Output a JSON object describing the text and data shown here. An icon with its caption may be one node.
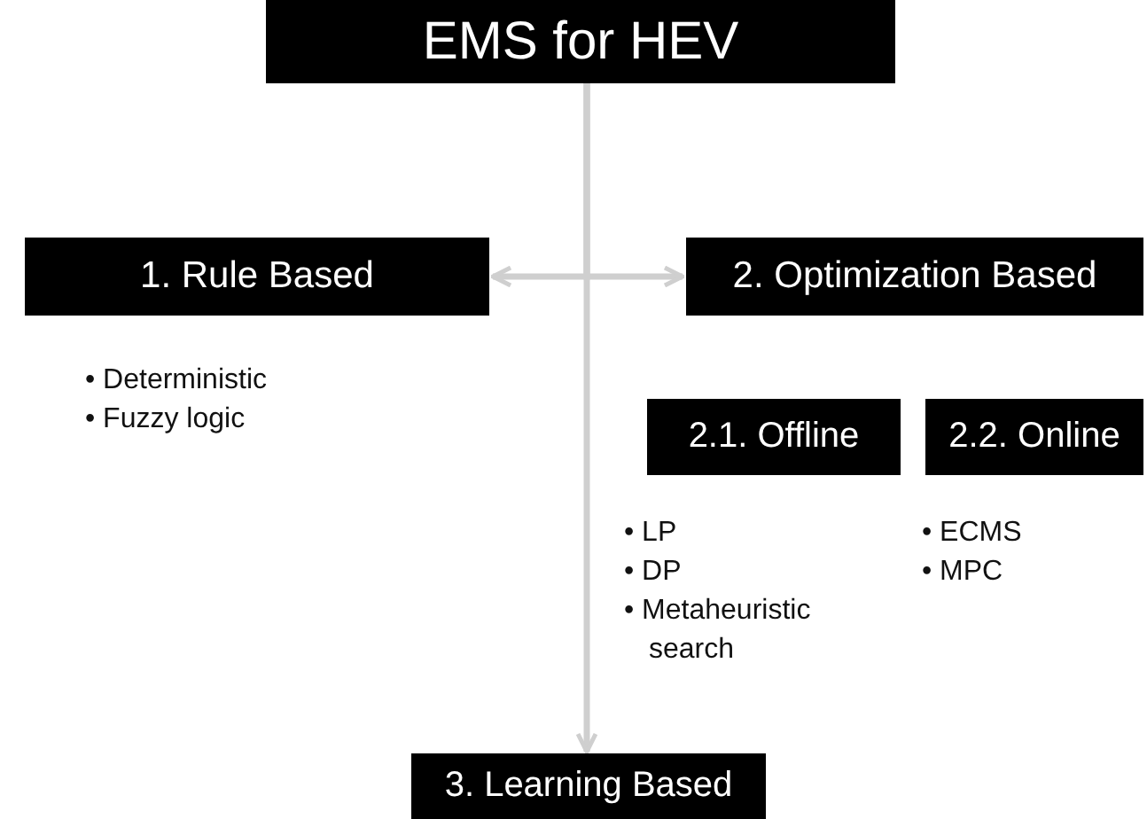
{
  "diagram": {
    "nodes": [
      {
        "text": [
          "EMS for HEV"
        ]
      },
      {
        "text": [
          "1. Rule Based"
        ],
        "beside": [
          "• Deterministic",
          "• Fuzzy logic"
        ]
      },
      {
        "text": [
          "2. Optimization Based"
        ]
      },
      {
        "text": [
          "2.1. Offline"
        ],
        "beside": [
          "• LP",
          "• DP",
          "• Metaheuristic search"
        ]
      },
      {
        "text": [
          "2.2. Online"
        ],
        "beside": [
          "• ECMS",
          "• MPC"
        ]
      },
      {
        "text": [
          "3. Learning Based"
        ]
      }
    ],
    "edges": [
      {
        "from": 0,
        "to": 1,
        "arrow": "to"
      },
      {
        "from": 0,
        "to": 2,
        "arrow": "to"
      },
      {
        "from": 0,
        "to": 5,
        "arrow": "to"
      }
    ]
  }
}
